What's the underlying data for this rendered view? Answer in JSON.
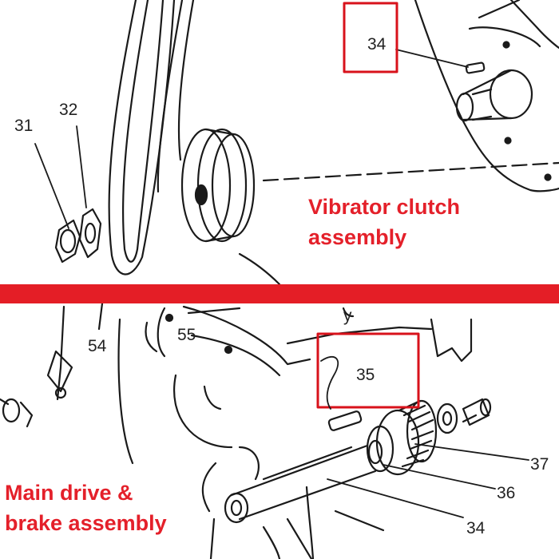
{
  "top_panel": {
    "caption_line1": "Vibrator clutch",
    "caption_line2": "assembly",
    "part_labels": [
      "31",
      "32",
      "34"
    ],
    "highlighted_part": "34"
  },
  "bottom_panel": {
    "caption_line1": "Main drive &",
    "caption_line2": "brake assembly",
    "part_labels": [
      "54",
      "55",
      "35",
      "37",
      "36",
      "34"
    ],
    "partial_text": "y",
    "highlighted_part": "35"
  },
  "colors": {
    "divider": "#e41e26",
    "highlight_box": "#d8121b",
    "caption": "#e4202a",
    "line_art": "#1a1a1a"
  }
}
